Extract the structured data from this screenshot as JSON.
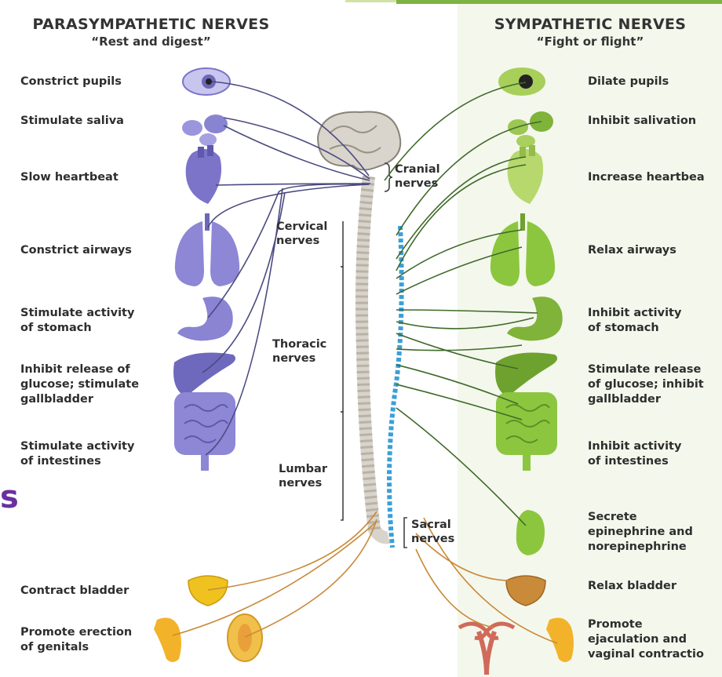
{
  "left_header": {
    "title": "PARASYMPATHETIC NERVES",
    "subtitle": "“Rest and digest”"
  },
  "right_header": {
    "title": "SYMPATHETIC NERVES",
    "subtitle": "“Fight or flight”"
  },
  "left_labels": [
    "Constrict pupils",
    "Stimulate saliva",
    "Slow heartbeat",
    "Constrict airways",
    "Stimulate activity\nof stomach",
    "Inhibit release of\nglucose; stimulate\ngallbladder",
    "Stimulate activity\nof intestines",
    "Contract bladder",
    "Promote erection\nof genitals"
  ],
  "right_labels": [
    "Dilate pupils",
    "Inhibit salivation",
    "Increase heartbea",
    "Relax airways",
    "Inhibit activity\nof stomach",
    "Stimulate release\nof glucose; inhibit\ngallbladder",
    "Inhibit activity\nof intestines",
    "Secrete\nepinephrine and\nnorepinephrine",
    "Relax bladder",
    "Promote\nejaculation and\nvaginal contractio"
  ],
  "center_labels": {
    "cranial": "Cranial\nnerves",
    "cervical": "Cervical\nnerves",
    "thoracic": "Thoracic\nnerves",
    "lumbar": "Lumbar\nnerves",
    "sacral": "Sacral\nnerves"
  },
  "edge_fragment": "s",
  "colors": {
    "parasympathetic": "#7b74c9",
    "sympathetic": "#8cc63f",
    "nerve_line_left": "#4a4a80",
    "nerve_line_right": "#3f6a2a",
    "sacral_nerve": "#c98a3a",
    "chain": "#3a9fd8"
  }
}
